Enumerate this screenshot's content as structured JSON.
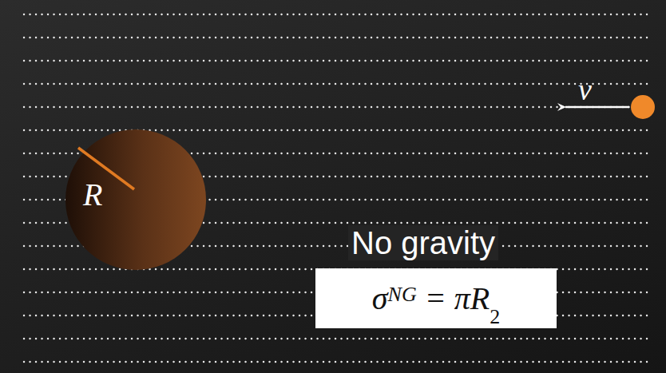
{
  "diagram": {
    "nodes": [
      {
        "text": [
          "R"
        ]
      },
      {
        "text": [
          "σ",
          "NG",
          "= πR",
          "2"
        ]
      }
    ],
    "labels": [
      "v",
      "No gravity"
    ]
  }
}
